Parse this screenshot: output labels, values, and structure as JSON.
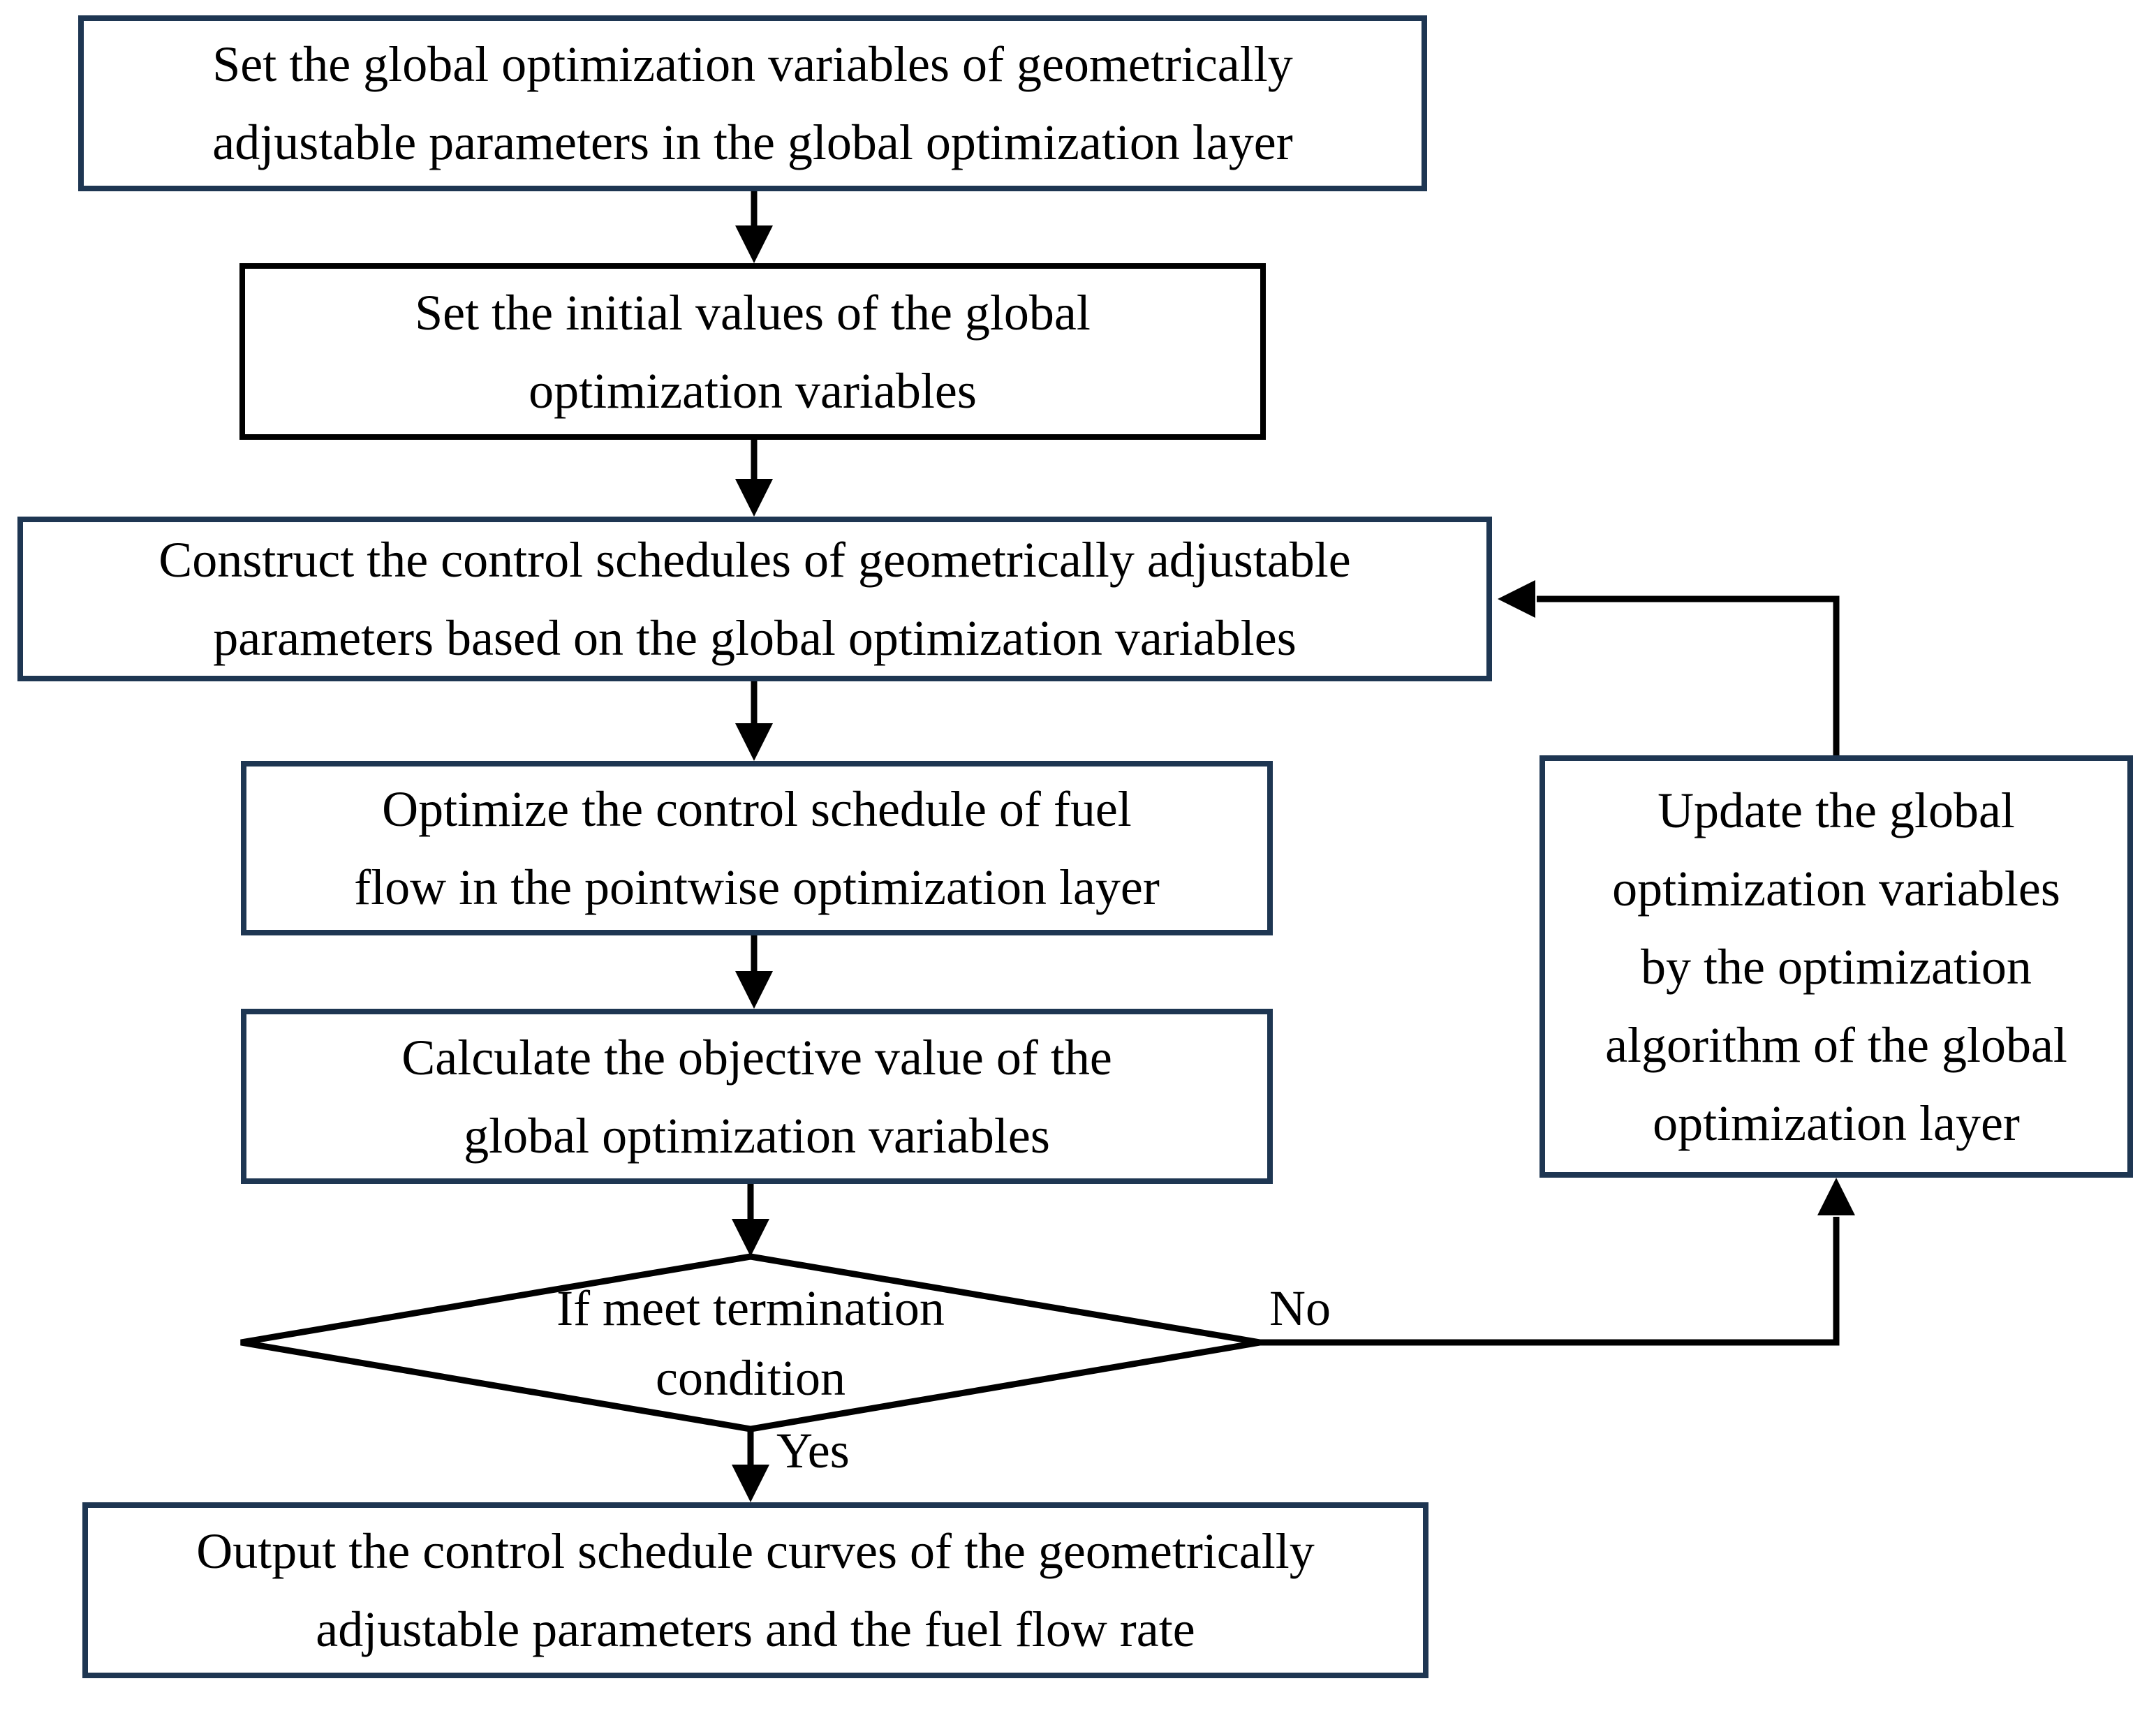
{
  "diagram": {
    "type": "flowchart",
    "background_color": "#ffffff",
    "node_border_color": "#1e3652",
    "secondary_border_color": "#000000",
    "connector_color": "#000000",
    "text_color": "#000000"
  },
  "nodes": {
    "set_global_vars": {
      "shape": "rectangle",
      "lines": [
        "Set the global optimization variables of geometrically",
        "adjustable parameters in the global optimization layer"
      ]
    },
    "set_initial_values": {
      "shape": "rectangle",
      "lines": [
        "Set the initial values of the global",
        "optimization variables"
      ]
    },
    "construct_schedules": {
      "shape": "rectangle",
      "lines": [
        "Construct the control schedules of geometrically adjustable",
        "parameters based on the global optimization variables"
      ]
    },
    "optimize_fuel_flow": {
      "shape": "rectangle",
      "lines": [
        "Optimize the control schedule of fuel",
        "flow in the pointwise optimization layer"
      ]
    },
    "calculate_objective": {
      "shape": "rectangle",
      "lines": [
        "Calculate the objective value of the",
        "global optimization variables"
      ]
    },
    "termination_decision": {
      "shape": "diamond",
      "lines": [
        "If meet termination",
        "condition"
      ]
    },
    "update_global_vars": {
      "shape": "rectangle",
      "lines": [
        "Update the global",
        "optimization variables",
        "by the optimization",
        "algorithm of the global",
        "optimization layer"
      ]
    },
    "output_result": {
      "shape": "rectangle",
      "lines": [
        "Output the control schedule curves of the geometrically",
        "adjustable parameters and the fuel flow rate"
      ]
    }
  },
  "edges": {
    "yes_label": "Yes",
    "no_label": "No"
  }
}
